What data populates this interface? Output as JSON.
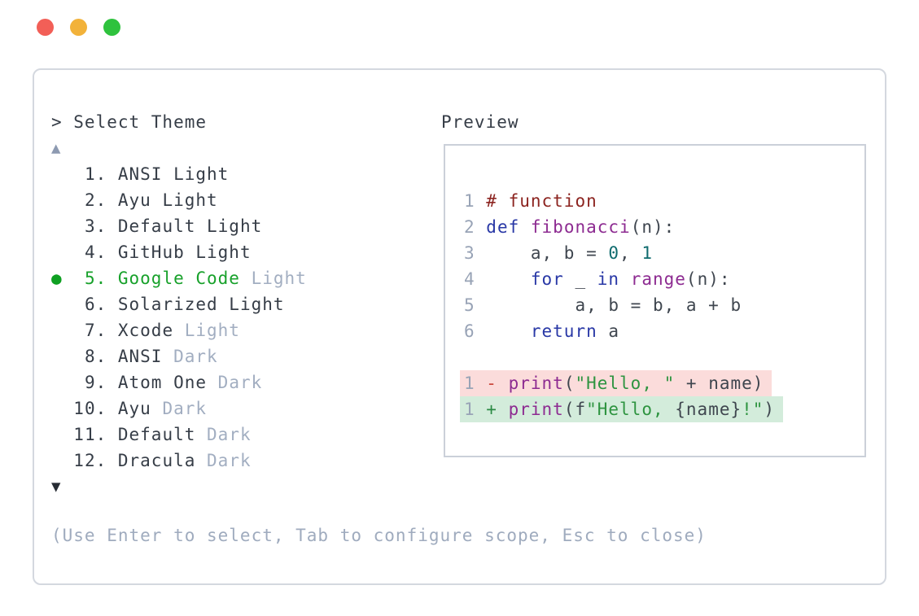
{
  "colors": {
    "window_border": "#d4d8df",
    "preview_border": "#cbd0d9",
    "text_dark": "#363d47",
    "muted": "#a2aec1",
    "hint": "#9fabbe",
    "line_number": "#98a3b6",
    "arrow_up": "#8d9ab1",
    "arrow_down": "#272c34",
    "selected_green": "#18a12b",
    "bullet_green": "#0fa022",
    "close": "#f25f57",
    "minimize": "#f2b23a",
    "zoom": "#2ec23d",
    "code_plain": "#3f464f",
    "comment": "#8c2420",
    "keyword": "#2938a6",
    "func": "#8d2b91",
    "number": "#0f6b6e",
    "string": "#2e9440",
    "diff_minus": "#c9453a",
    "diff_plus": "#2b8a44",
    "del_bg": "#fbdcdb",
    "add_bg": "#d3ecdb"
  },
  "window_controls": {
    "close": "close",
    "minimize": "minimize",
    "zoom": "zoom"
  },
  "prompt": {
    "text": "> Select Theme"
  },
  "preview": {
    "label": "Preview"
  },
  "scroll": {
    "up": "▲",
    "down": "▼"
  },
  "theme_list": {
    "selected_marker": "●",
    "items": [
      {
        "number": 1,
        "name": "ANSI Light",
        "muted": "",
        "selected": false
      },
      {
        "number": 2,
        "name": "Ayu Light",
        "muted": "",
        "selected": false
      },
      {
        "number": 3,
        "name": "Default Light",
        "muted": "",
        "selected": false
      },
      {
        "number": 4,
        "name": "GitHub Light",
        "muted": "",
        "selected": false
      },
      {
        "number": 5,
        "name": "Google Code",
        "muted": "Light",
        "selected": true
      },
      {
        "number": 6,
        "name": "Solarized Light",
        "muted": "",
        "selected": false
      },
      {
        "number": 7,
        "name": "Xcode",
        "muted": "Light",
        "selected": false
      },
      {
        "number": 8,
        "name": "ANSI",
        "muted": "Dark",
        "selected": false
      },
      {
        "number": 9,
        "name": "Atom One",
        "muted": "Dark",
        "selected": false
      },
      {
        "number": 10,
        "name": "Ayu",
        "muted": "Dark",
        "selected": false
      },
      {
        "number": 11,
        "name": "Default",
        "muted": "Dark",
        "selected": false
      },
      {
        "number": 12,
        "name": "Dracula",
        "muted": "Dark",
        "selected": false
      }
    ]
  },
  "hint": {
    "text": "(Use Enter to select, Tab to configure scope, Esc to close)"
  },
  "code": {
    "lines": [
      {
        "ln": "1",
        "segments": [
          {
            "t": "# function",
            "c": "comment"
          }
        ]
      },
      {
        "ln": "2",
        "segments": [
          {
            "t": "def",
            "c": "keyword"
          },
          {
            "t": " "
          },
          {
            "t": "fibonacci",
            "c": "func"
          },
          {
            "t": "(n):"
          }
        ]
      },
      {
        "ln": "3",
        "segments": [
          {
            "t": "    a, b = "
          },
          {
            "t": "0",
            "c": "number"
          },
          {
            "t": ", "
          },
          {
            "t": "1",
            "c": "number"
          }
        ]
      },
      {
        "ln": "4",
        "segments": [
          {
            "t": "    "
          },
          {
            "t": "for",
            "c": "keyword"
          },
          {
            "t": " _ "
          },
          {
            "t": "in",
            "c": "keyword"
          },
          {
            "t": " "
          },
          {
            "t": "range",
            "c": "func"
          },
          {
            "t": "(n):"
          }
        ]
      },
      {
        "ln": "5",
        "segments": [
          {
            "t": "        a, b = b, a + b"
          }
        ]
      },
      {
        "ln": "6",
        "segments": [
          {
            "t": "    "
          },
          {
            "t": "return",
            "c": "keyword"
          },
          {
            "t": " a"
          }
        ]
      },
      {
        "ln": "",
        "segments": []
      },
      {
        "ln": "1",
        "diff": "del",
        "segments": [
          {
            "t": "- ",
            "c": "diff-minus"
          },
          {
            "t": "print",
            "c": "func"
          },
          {
            "t": "("
          },
          {
            "t": "\"Hello, \"",
            "c": "string"
          },
          {
            "t": " + name)"
          }
        ]
      },
      {
        "ln": "1",
        "diff": "add",
        "segments": [
          {
            "t": "+ ",
            "c": "diff-plus"
          },
          {
            "t": "print",
            "c": "func"
          },
          {
            "t": "(f"
          },
          {
            "t": "\"Hello, ",
            "c": "string"
          },
          {
            "t": "{name}"
          },
          {
            "t": "!\"",
            "c": "string"
          },
          {
            "t": ")"
          }
        ]
      }
    ]
  }
}
